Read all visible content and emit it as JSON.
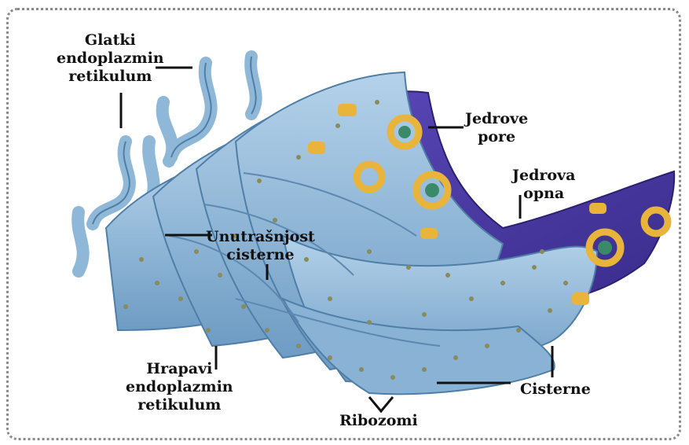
{
  "labels": {
    "glatki": [
      "Glatki",
      "endoplazmin",
      "retikulum"
    ],
    "jedrove_pore": [
      "Jedrove",
      "pore"
    ],
    "jedrova_opna": [
      "Jedrova",
      "opna"
    ],
    "unutrasnjost": [
      "Unutrašnjost",
      "cisterne"
    ],
    "hrapavi": [
      "Hrapavi",
      "endoplazmin",
      "retikulum"
    ],
    "ribozomi": "Ribozomi",
    "cisterne": "Cisterne"
  },
  "colors": {
    "er_membrane": "#8fb8d8",
    "er_edge": "#4f7ea6",
    "nucleus": "#4b3ca4",
    "pore": "#e8b43c",
    "ribosome": "#8a8a5a",
    "frame": "#8a8a8a"
  }
}
